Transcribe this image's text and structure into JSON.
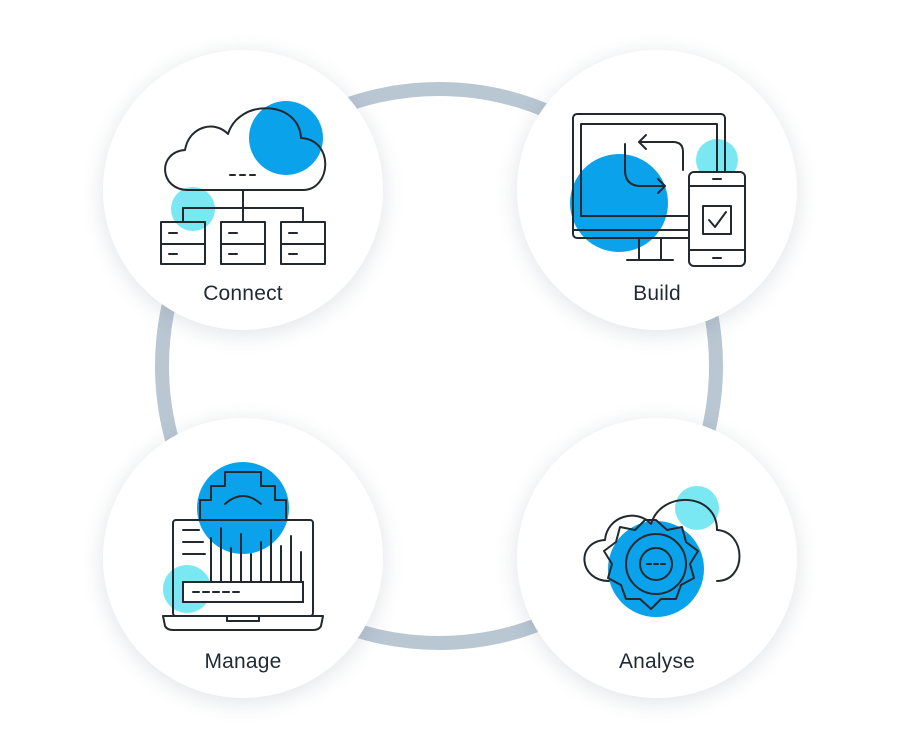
{
  "stages": [
    {
      "id": "connect",
      "label": "Connect",
      "icon": "cloud-network-icon"
    },
    {
      "id": "build",
      "label": "Build",
      "icon": "monitor-phone-icon"
    },
    {
      "id": "manage",
      "label": "Manage",
      "icon": "laptop-gear-icon"
    },
    {
      "id": "analyse",
      "label": "Analyse",
      "icon": "cloud-gear-icon"
    }
  ],
  "colors": {
    "accent_blue": "#0aa2ea",
    "accent_cyan": "#7ae8f2",
    "ring": "#b9c7d3",
    "line": "#23292f"
  }
}
